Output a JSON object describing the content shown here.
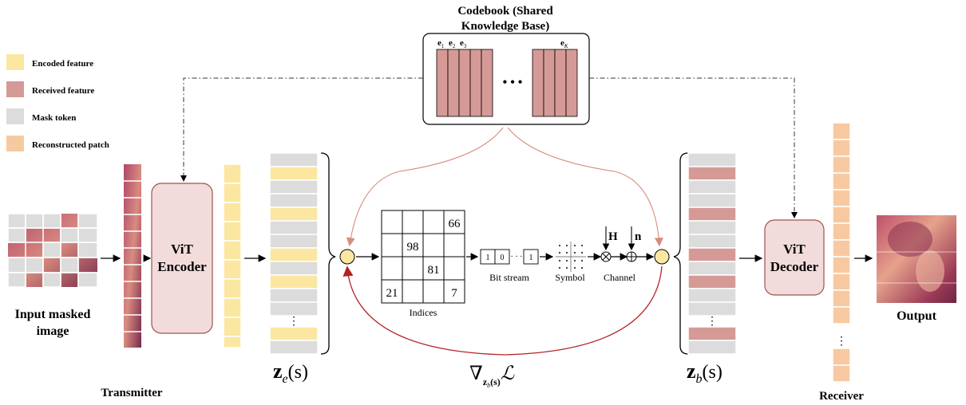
{
  "codebook": {
    "title_line1": "Codebook (Shared",
    "title_line2": "Knowledge Base)",
    "e1": "e",
    "e1_sub": "1",
    "e2": "e",
    "e2_sub": "2",
    "e3": "e",
    "e3_sub": "3",
    "eK": "e",
    "eK_sub": "K",
    "dots": "• • •"
  },
  "legend": {
    "items": [
      {
        "label": "Encoded feature",
        "color": "#FBE7A1"
      },
      {
        "label": "Received feature",
        "color": "#D69A96"
      },
      {
        "label": "Mask token",
        "color": "#DCDCDC"
      },
      {
        "label": "Reconstructed patch",
        "color": "#F8C9A1"
      }
    ]
  },
  "transmitter": {
    "input_label_line1": "Input masked",
    "input_label_line2": "image",
    "encoder_line1": "ViT",
    "encoder_line2": "Encoder",
    "ze_main": "z",
    "ze_sub": "e",
    "ze_arg": "(s)",
    "label": "Transmitter",
    "vdots": "⋮"
  },
  "channel": {
    "indices": [
      "",
      "",
      "66",
      "",
      "98",
      "",
      "",
      "",
      "",
      "81",
      "",
      "",
      "21",
      "",
      "7",
      ""
    ],
    "indices_label": "Indices",
    "bits": [
      "1",
      "0",
      "1"
    ],
    "bit_dots": "· · ·",
    "bitstream_label": "Bit stream",
    "symbol_label": "Symbol",
    "channel_label": "Channel",
    "H": "H",
    "n": "n",
    "gradient_nabla": "∇",
    "gradient_sub": "z",
    "gradient_subsub": "b",
    "gradient_arg": "(s)",
    "gradient_loss": "ℒ"
  },
  "receiver": {
    "decoder_line1": "ViT",
    "decoder_line2": "Decoder",
    "zb_main": "z",
    "zb_sub": "b",
    "zb_arg": "(s)",
    "label": "Receiver",
    "output_label": "Output",
    "vdots": "⋮"
  },
  "colors": {
    "encoded": "#FBE7A1",
    "received": "#D69A96",
    "mask": "#DCDCDC",
    "reconstructed": "#F8C9A1",
    "vit_fill": "#F2DCDB",
    "vit_stroke": "#A0524E",
    "arc_light": "#D98C7E",
    "arc_dark": "#B22222"
  }
}
